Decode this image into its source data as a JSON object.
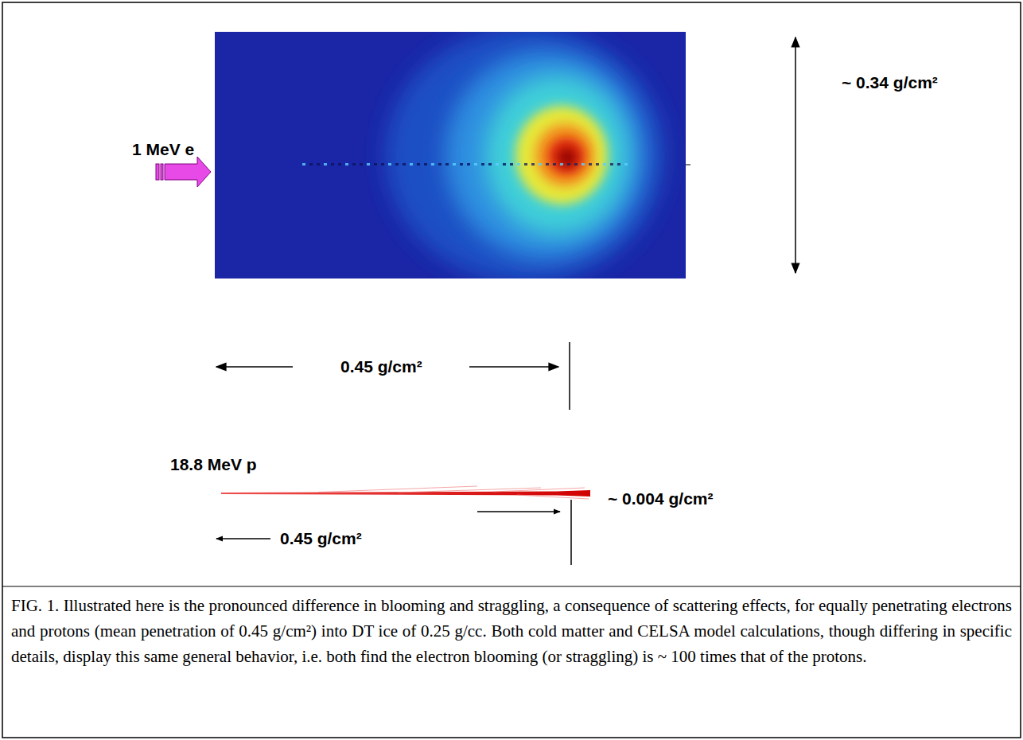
{
  "diagram": {
    "caption": "FIG. 1. Illustrated here is the pronounced difference in blooming and straggling, a consequence of scattering effects, for equally penetrating electrons and protons (mean penetration of 0.45 g/cm²) into DT ice of 0.25 g/cc. Both cold matter and CELSA model calculations, though differing in specific details, display this same general behavior, i.e. both find the electron blooming (or straggling) is ~ 100 times that of the protons.",
    "labels": [
      "1 MeV e",
      "~ 0.34 g/cm²",
      "0.45 g/cm²",
      "18.8 MeV p",
      "~ 0.004 g/cm²",
      "0.45 g/cm²"
    ]
  }
}
